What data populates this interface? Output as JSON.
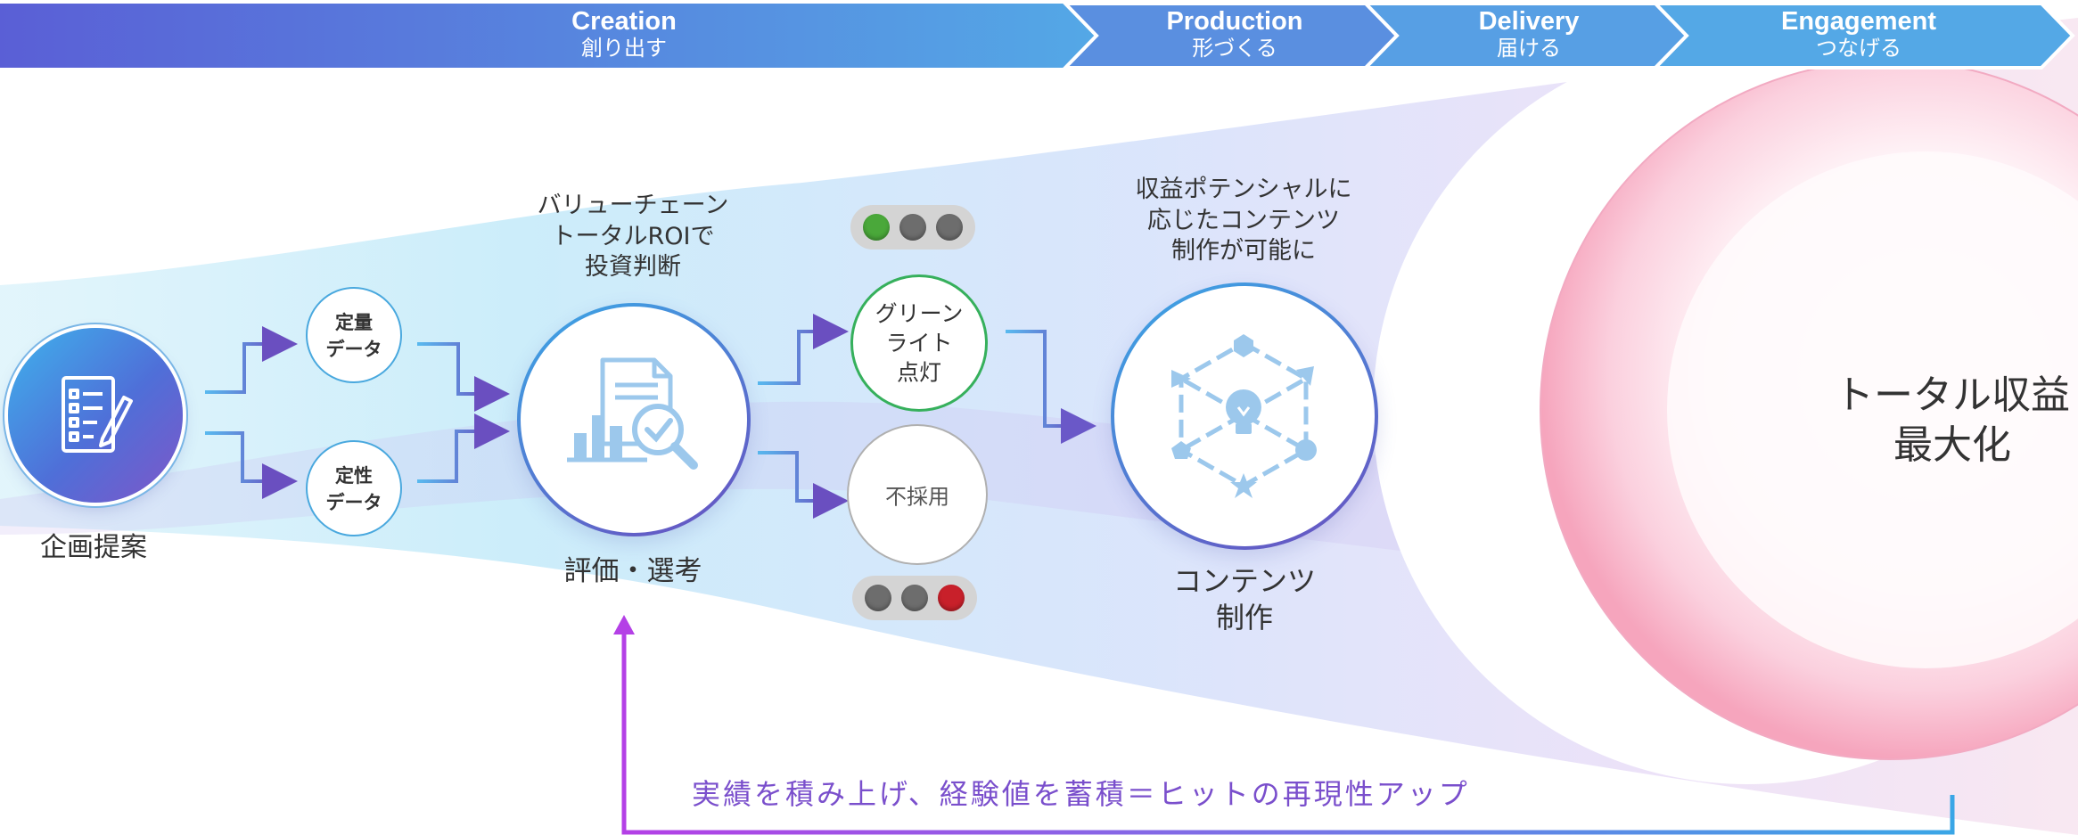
{
  "stages": [
    {
      "name": "Creation",
      "jp": "創り出す"
    },
    {
      "name": "Production",
      "jp": "形づくる"
    },
    {
      "name": "Delivery",
      "jp": "届ける"
    },
    {
      "name": "Engagement",
      "jp": "つなげる"
    }
  ],
  "nodes": {
    "proposal": "企画提案",
    "quantitative": [
      "定量",
      "データ"
    ],
    "qualitative": [
      "定性",
      "データ"
    ],
    "evaluation_caption": [
      "バリューチェーン",
      "トータルROIで",
      "投資判断"
    ],
    "evaluation": "評価・選考",
    "green_light": [
      "グリーン",
      "ライト",
      "点灯"
    ],
    "rejected": "不採用",
    "potential_caption": [
      "収益ポテンシャルに",
      "応じたコンテンツ",
      "制作が可能に"
    ],
    "content": [
      "コンテンツ",
      "制作"
    ],
    "total": [
      "トータル収益",
      "最大化"
    ]
  },
  "feedback": "実績を積み上げ、経験値を蓄積＝ヒットの再現性アップ",
  "colors": {
    "band_start": "#5a5fd6",
    "band_end": "#54a8e6",
    "arrow_blue": "#4f9fe0",
    "arrow_purple": "#6a4fc0",
    "feedback_start": "#b440e6",
    "feedback_end": "#3aa6e6",
    "green": "#36b05c",
    "red": "#c8202a",
    "pink": "#f6a5bd"
  },
  "icons": {
    "proposal": "checklist-pen-icon",
    "evaluation": "report-magnifier-icon",
    "content": "lightbulb-network-icon"
  }
}
